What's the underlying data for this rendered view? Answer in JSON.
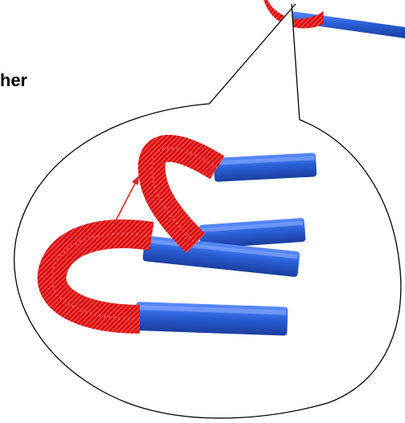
{
  "text_fragment": "her",
  "colors": {
    "background": "#ffffff",
    "straw_blue": "#2a5fd6",
    "straw_highlight": "#6f9bff",
    "pipe_cleaner_red": "#e41616",
    "pipe_cleaner_highlight": "#ff5a5a",
    "arrow_red": "#e02020",
    "outline": "#000000"
  },
  "icons": {
    "callout": "speech-bubble-callout",
    "arrow": "red-arrow-pointing-up-right"
  }
}
